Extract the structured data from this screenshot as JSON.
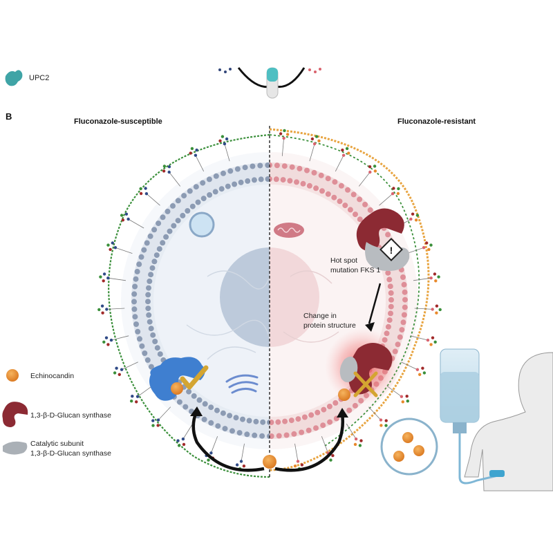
{
  "upc2_label": "UPC2",
  "panel_letter": "B",
  "susceptible_title": "Fluconazole-susceptible",
  "resistant_title": "Fluconazole-resistant",
  "hotspot_line1": "Hot spot",
  "hotspot_line2": "mutation FKS 1",
  "change_line1": "Change in",
  "change_line2": "protein structure",
  "legend": {
    "echinocandin": "Echinocandin",
    "glucan_synthase": "1,3-β-D-Glucan synthase",
    "catalytic_line1": "Catalytic subunit",
    "catalytic_line2": "1,3-β-D-Glucan synthase"
  },
  "colors": {
    "susceptible_membrane": "#8c9bb3",
    "resistant_membrane": "#de8f98",
    "glucan_synthase": "#8c2a33",
    "catalytic_subunit": "#aab0b6",
    "echinocandin": "#e8892c",
    "check_mark": "#d4a531",
    "blue_enzyme": "#3f7fd0",
    "upc2": "#3fa4a6"
  }
}
